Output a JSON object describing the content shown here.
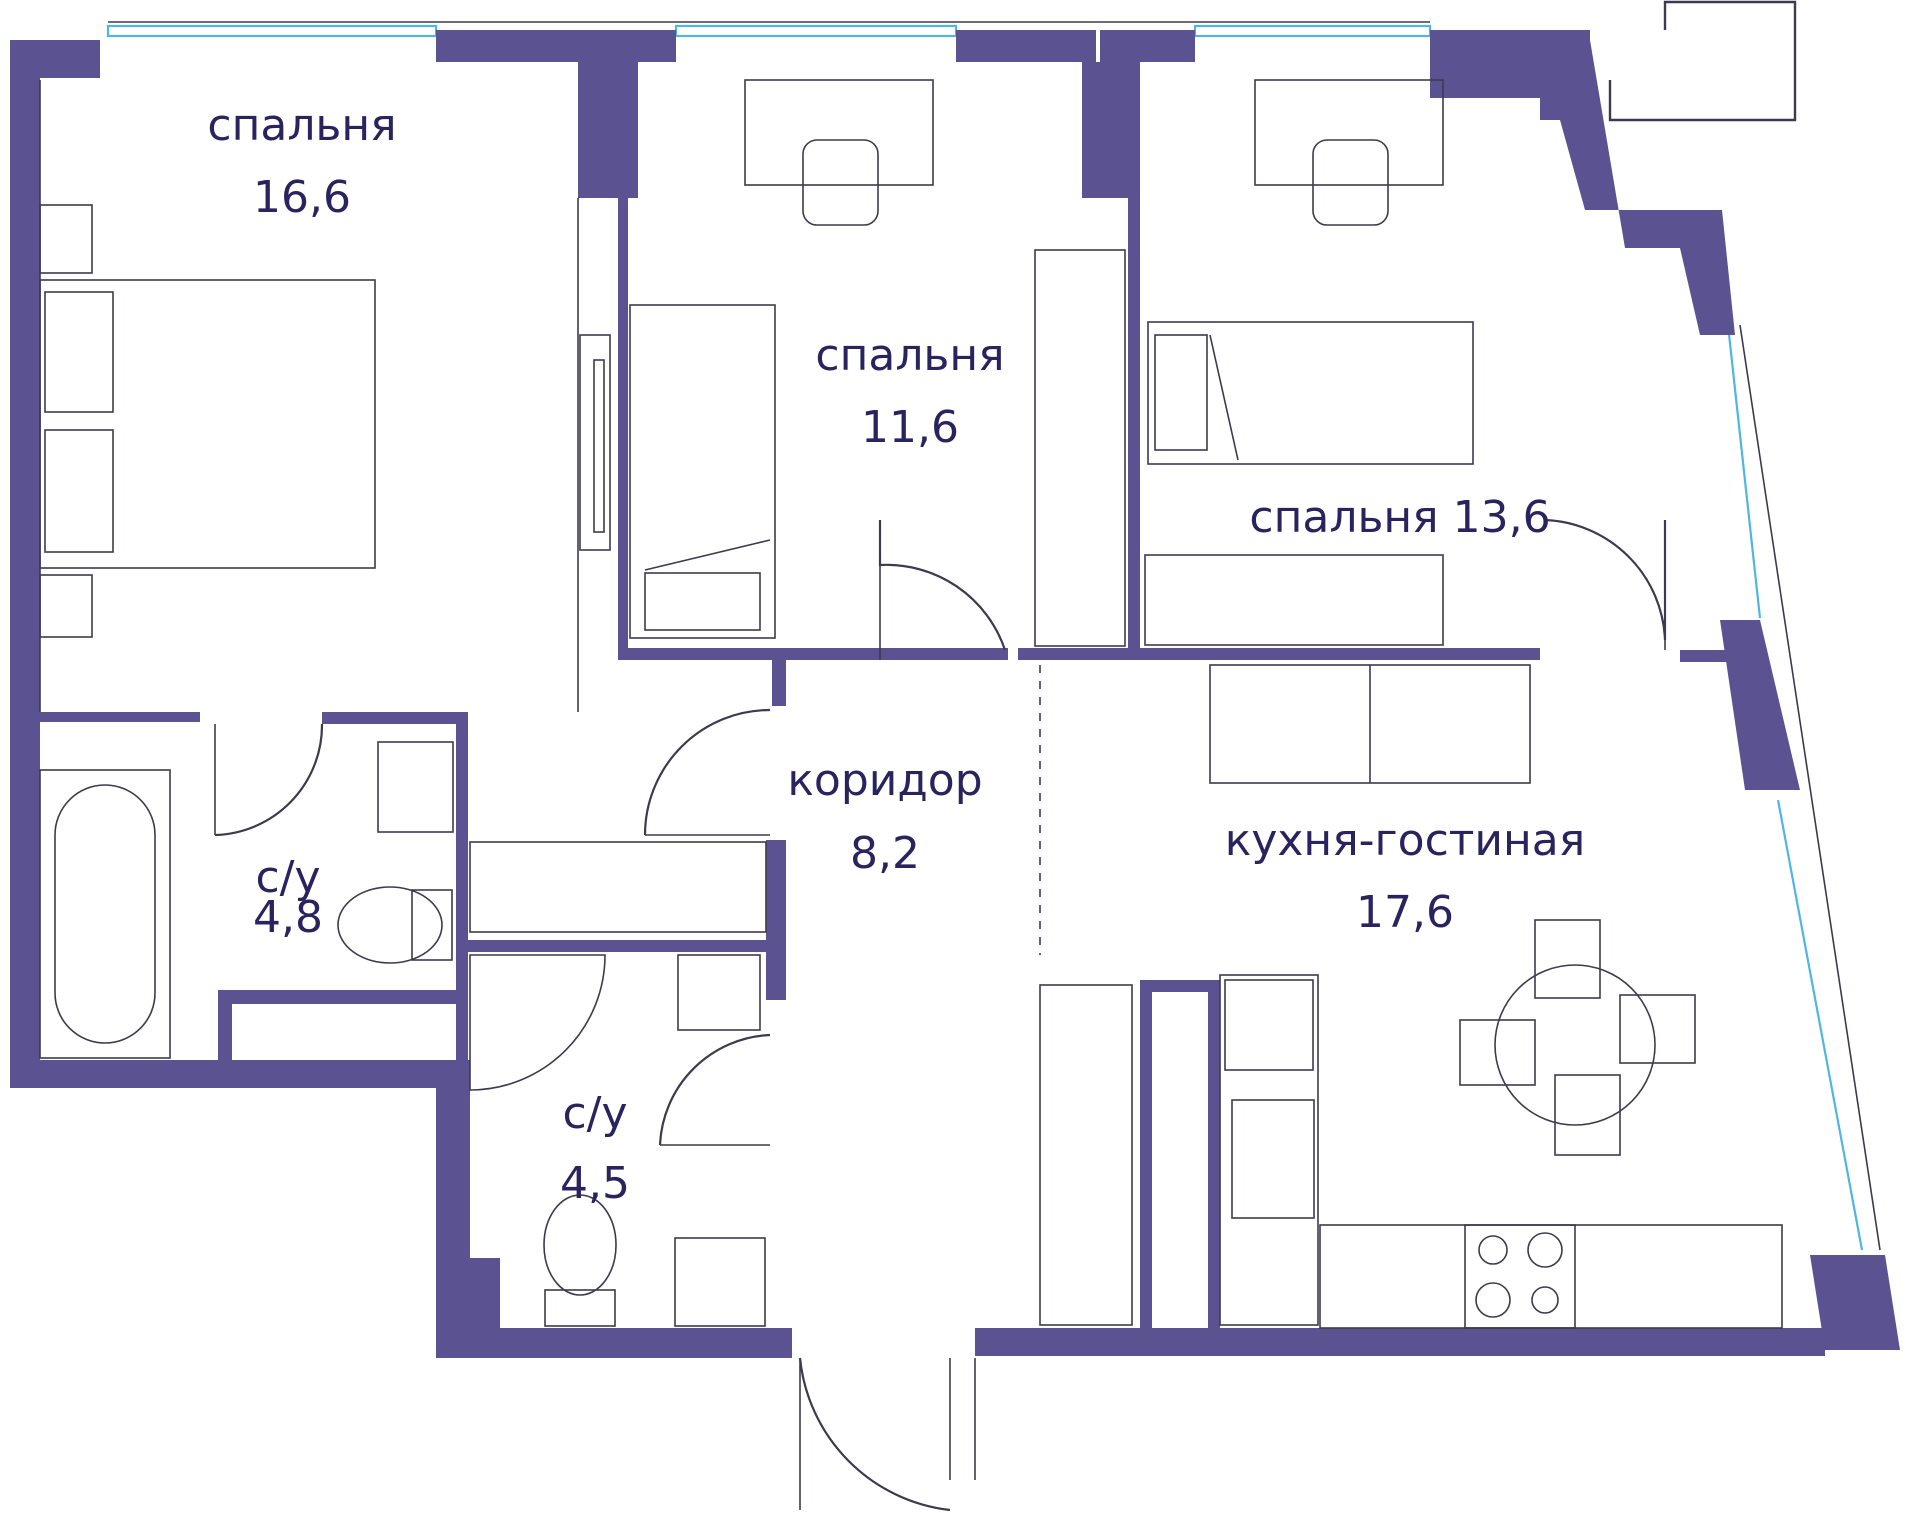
{
  "colors": {
    "wall": "#5b5391",
    "wall_edge": "#2f2a66",
    "line": "#3d3a4f",
    "label": "#29245e",
    "glass": "#4fb6e3",
    "background": "#ffffff"
  },
  "rooms": {
    "bedroom_1": {
      "name": "спальня",
      "area": "16,6"
    },
    "bedroom_2": {
      "name": "спальня",
      "area": "11,6"
    },
    "bedroom_3": {
      "name": "спальня",
      "area": "13,6"
    },
    "corridor": {
      "name": "коридор",
      "area": "8,2"
    },
    "bathroom_1": {
      "name": "с/у",
      "area": "4,8"
    },
    "bathroom_2": {
      "name": "с/у",
      "area": "4,5"
    },
    "kitchen_living": {
      "name": "кухня-гостиная",
      "area": "17,6"
    }
  }
}
